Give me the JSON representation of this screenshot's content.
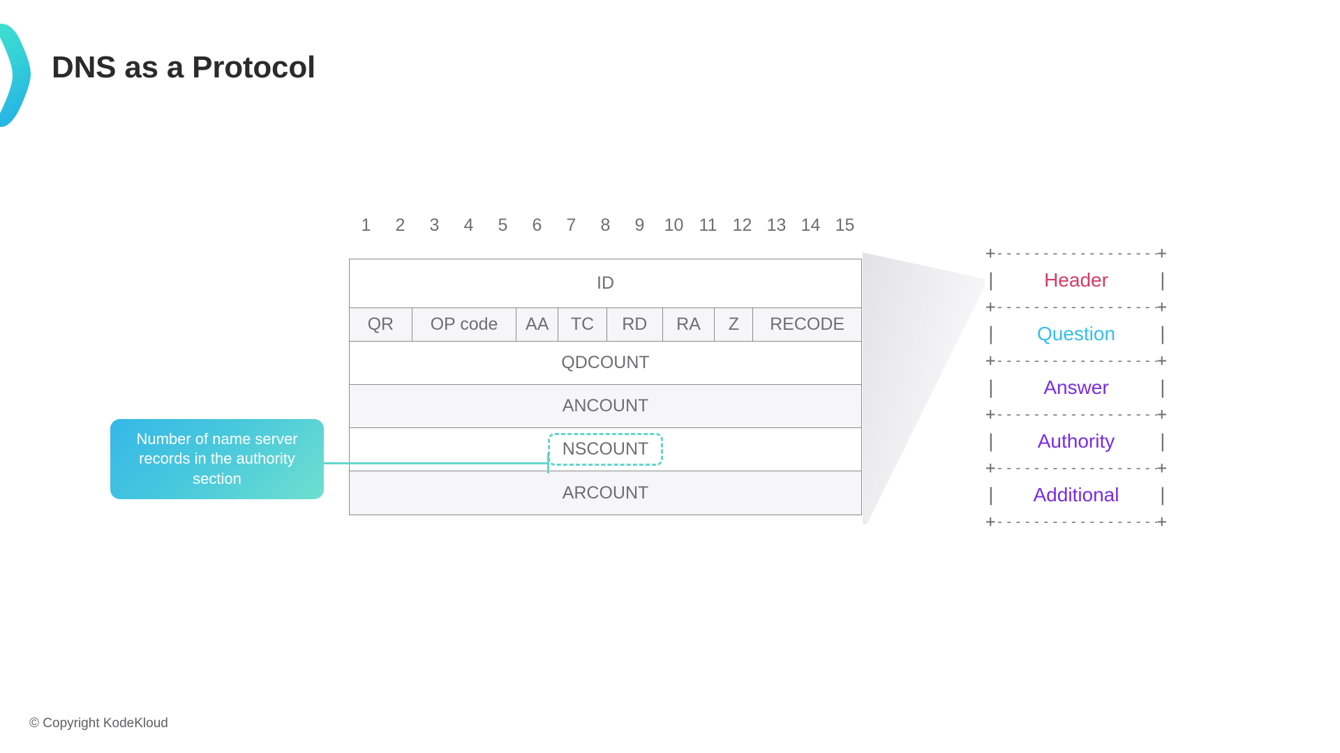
{
  "slide": {
    "title": "DNS as a Protocol",
    "footer": "© Copyright KodeKloud"
  },
  "logo": {
    "icon": "chevron-right-logo-icon",
    "gradient_from": "#3fe0cf",
    "gradient_to": "#2bb8e0"
  },
  "bit_ruler": {
    "labels": [
      "1",
      "2",
      "3",
      "4",
      "5",
      "6",
      "7",
      "8",
      "9",
      "10",
      "11",
      "12",
      "13",
      "14",
      "15"
    ]
  },
  "packet_table": {
    "rows": [
      {
        "type": "single",
        "label": "ID",
        "shade": "plain"
      },
      {
        "type": "flags",
        "shade": "shaded",
        "cells": [
          {
            "label": "QR"
          },
          {
            "label": "OP code"
          },
          {
            "label": "AA"
          },
          {
            "label": "TC"
          },
          {
            "label": "RD"
          },
          {
            "label": "RA"
          },
          {
            "label": "Z"
          },
          {
            "label": "RECODE"
          }
        ]
      },
      {
        "type": "single",
        "label": "QDCOUNT",
        "shade": "plain"
      },
      {
        "type": "single",
        "label": "ANCOUNT",
        "shade": "shaded"
      },
      {
        "type": "single",
        "label": "NSCOUNT",
        "shade": "plain",
        "highlighted": true
      },
      {
        "type": "single",
        "label": "ARCOUNT",
        "shade": "shaded"
      }
    ]
  },
  "callout": {
    "text": "Number of name server records in the authority section",
    "accent_color": "#62d5cd"
  },
  "message_sections": {
    "separator_plus": "+",
    "separator_dashes": "--------------------",
    "pipe": "|",
    "items": [
      {
        "label": "Header",
        "color": "#d43b66"
      },
      {
        "label": "Question",
        "color": "#35bdf0"
      },
      {
        "label": "Answer",
        "color": "#7a2be2"
      },
      {
        "label": "Authority",
        "color": "#7a2be2"
      },
      {
        "label": "Additional",
        "color": "#7a2be2"
      }
    ]
  }
}
